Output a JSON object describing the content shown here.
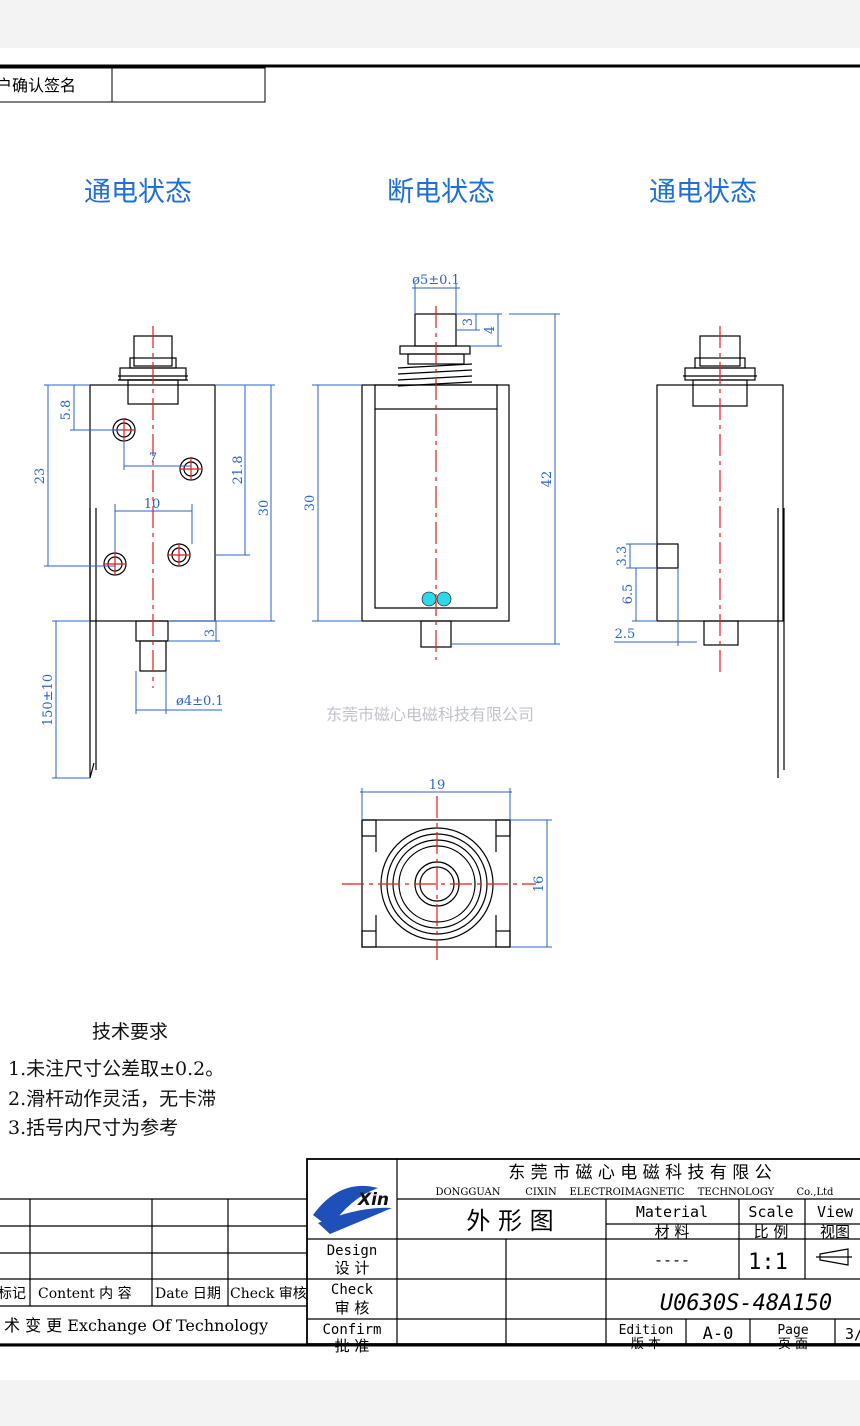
{
  "customer_sign_label": "户确认签名",
  "view_titles": [
    "通电状态",
    "断电状态",
    "通电状态"
  ],
  "watermark": "东莞市磁心电磁科技有限公司",
  "dimensions": {
    "left_5_8": "5.8",
    "left_23": "23",
    "left_7": "7",
    "left_21_8": "21.8",
    "left_10": "10",
    "left_30": "30",
    "left_3": "3",
    "left_150": "150±10",
    "left_dia4": "ø4±0.1",
    "mid_dia5": "ø5±0.1",
    "mid_3": "3",
    "mid_4": "4",
    "mid_30": "30",
    "mid_42": "42",
    "right_3_3": "3.3",
    "right_6_5": "6.5",
    "right_2_5": "2.5",
    "bottom_19": "19",
    "bottom_16": "16"
  },
  "requirements": {
    "title": "技术要求",
    "items": [
      "1.未注尺寸公差取±0.2。",
      "2.滑杆动作灵活，无卡滞",
      "3.括号内尺寸为参考"
    ]
  },
  "title_block": {
    "company_cn": "东 莞 市 磁 心 电 磁 科 技 有 限 公",
    "company_en": [
      "DONGGUAN",
      "CIXIN",
      "ELECTROIMAGNETIC",
      "TECHNOLOGY",
      "Co.,Ltd"
    ],
    "logo_text": "Xin",
    "drawing_name": "外 形 图",
    "material_en": "Material",
    "material_cn": "材 料",
    "material_value": "----",
    "scale_en": "Scale",
    "scale_cn": "比 例",
    "scale_value": "1:1",
    "view_en": "View",
    "view_cn": "视图",
    "design_en": "Design",
    "design_cn": "设 计",
    "check_en": "Check",
    "check_cn": "审 核",
    "confirm_en": "Confirm",
    "confirm_cn": "批 准",
    "part_number": "U0630S-48A150",
    "edition_en": "Edition",
    "edition_cn": "版 本",
    "edition_value": "A-0",
    "page_en": "Page",
    "page_cn": "页 面",
    "page_value": "3/",
    "rev_headers": [
      "标记",
      "Content 内 容",
      "Date 日期",
      "Check 审核"
    ],
    "rev_footer": "术 变 更  Exchange Of Technology"
  },
  "colors": {
    "title_blue": "#1e6fd6",
    "center_line": "#e31b1b",
    "dim_blue": "#2a62c9",
    "dot_cyan": "#2ed8e8"
  }
}
